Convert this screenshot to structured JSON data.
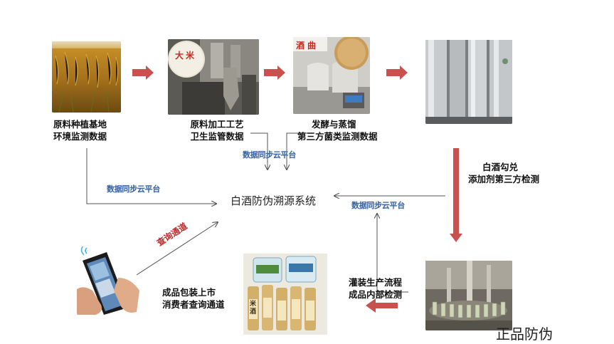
{
  "steps": {
    "planting": {
      "line1": "原料种植基地",
      "line2": "环境监测数据"
    },
    "processing": {
      "line1": "原料加工工艺",
      "line2": "卫生监管数据",
      "photo_label": "大米"
    },
    "fermentation": {
      "line1": "发酵与蒸馏",
      "line2": "第三方菌类监测数据",
      "photo_label": "酒曲"
    },
    "blending": {
      "line1": "白酒勾兑",
      "line2": "添加剂第三方检测"
    },
    "bottling": {
      "line1": "灌装生产流程",
      "line2": "成品内部检测"
    },
    "packaging": {
      "line1": "成品包装上市",
      "line2": "消费者查询通道",
      "bottle_label": "米酒"
    }
  },
  "center": {
    "title": "白酒防伪溯源系统"
  },
  "sync_labels": {
    "top": "数据同步云平台",
    "left": "数据同步云平台",
    "right": "数据同步云平台"
  },
  "query_label": "查询通道",
  "footer": "正品防伪",
  "colors": {
    "arrow_red": "#c8504e",
    "line_gray": "#555555",
    "sync_blue": "#3b66a3",
    "query_red": "#c0282c"
  }
}
